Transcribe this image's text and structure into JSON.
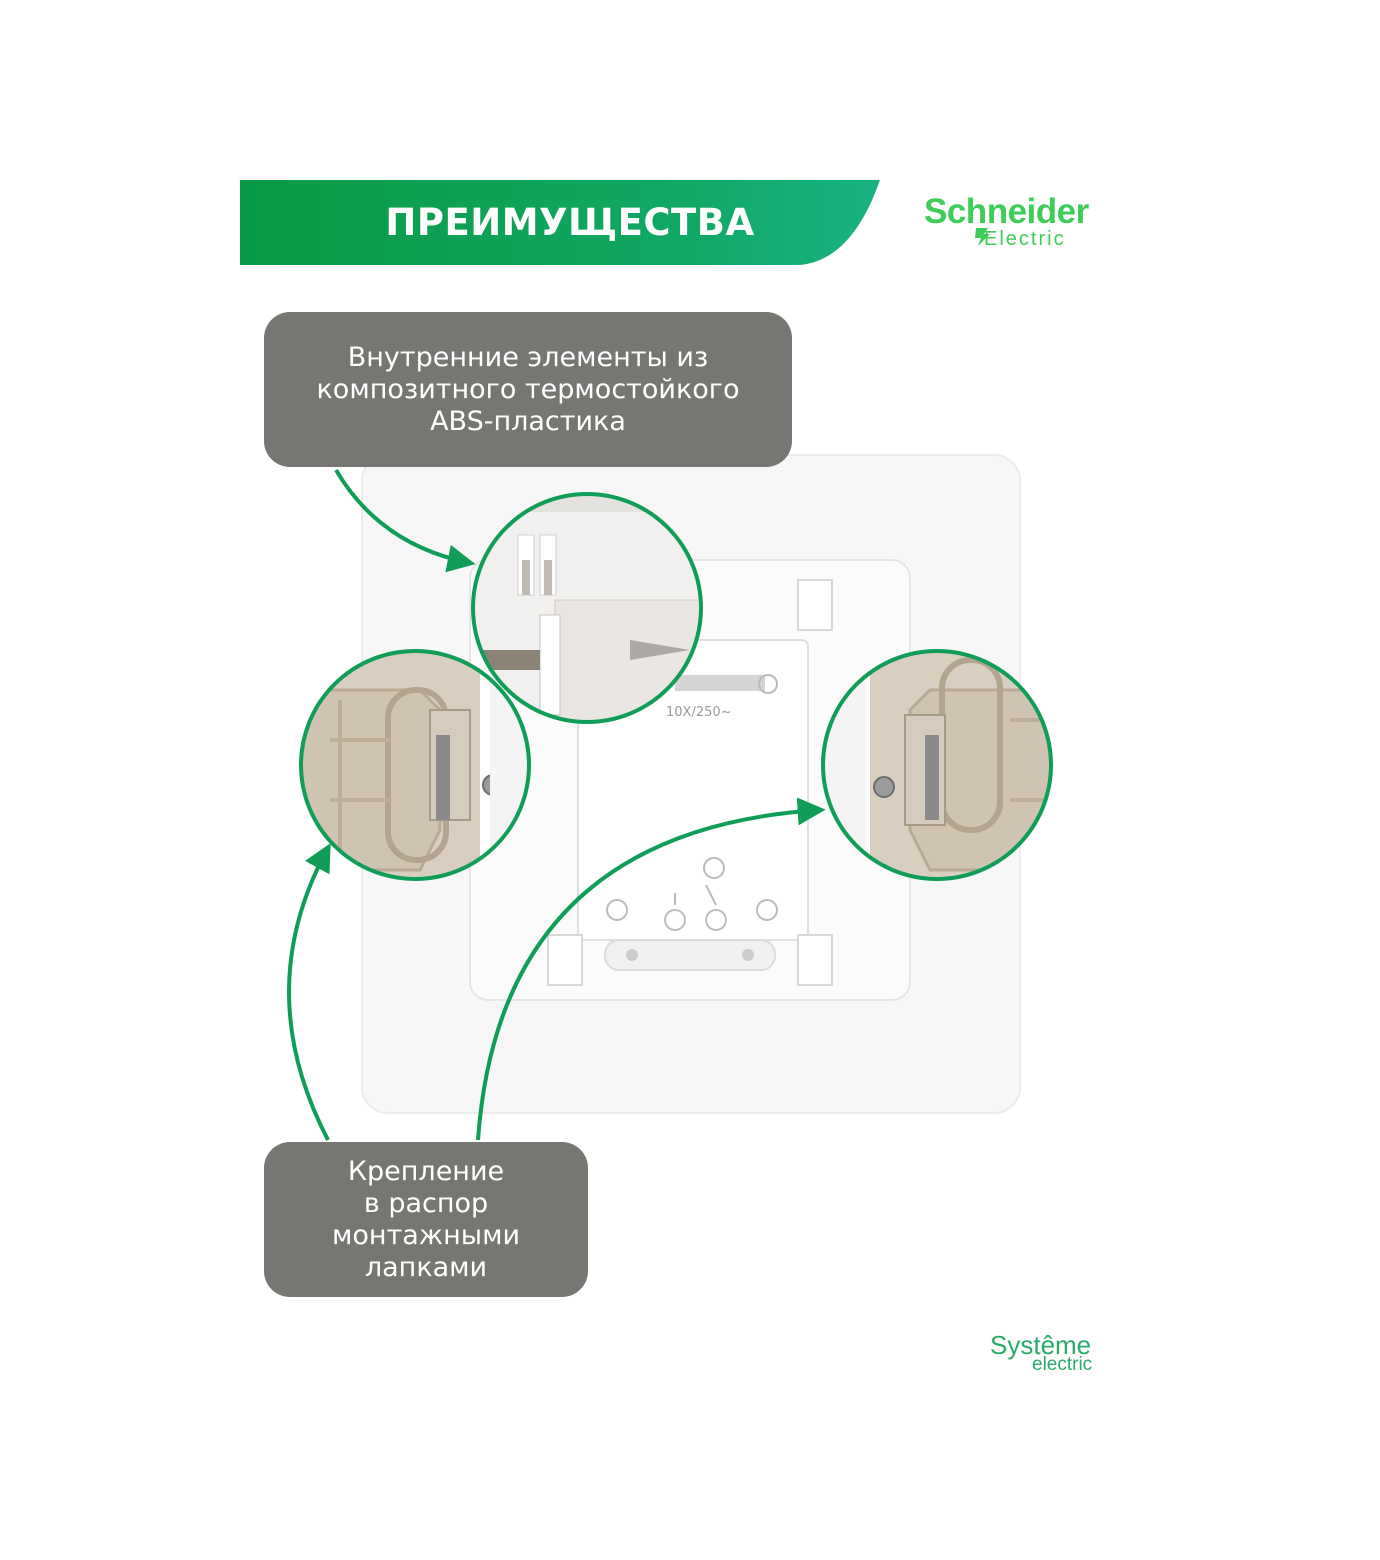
{
  "header": {
    "title": "ПРЕИМУЩЕСТВА"
  },
  "brand": {
    "name": "Schneider",
    "sub": "Electric"
  },
  "callouts": {
    "top": "Внутренние элементы из\nкомпозитного термостойкого\nABS-пластика",
    "bottom": "Крепление\nв распор\nмонтажными\nлапками"
  },
  "product": {
    "rating": "10X/250~"
  },
  "footer": {
    "name": "Systême",
    "sub": "electric"
  },
  "colors": {
    "banner_green": "#12a862",
    "brand_green": "#3dcd58",
    "callout_gray": "#787673",
    "arrow_green": "#0f9d58"
  }
}
